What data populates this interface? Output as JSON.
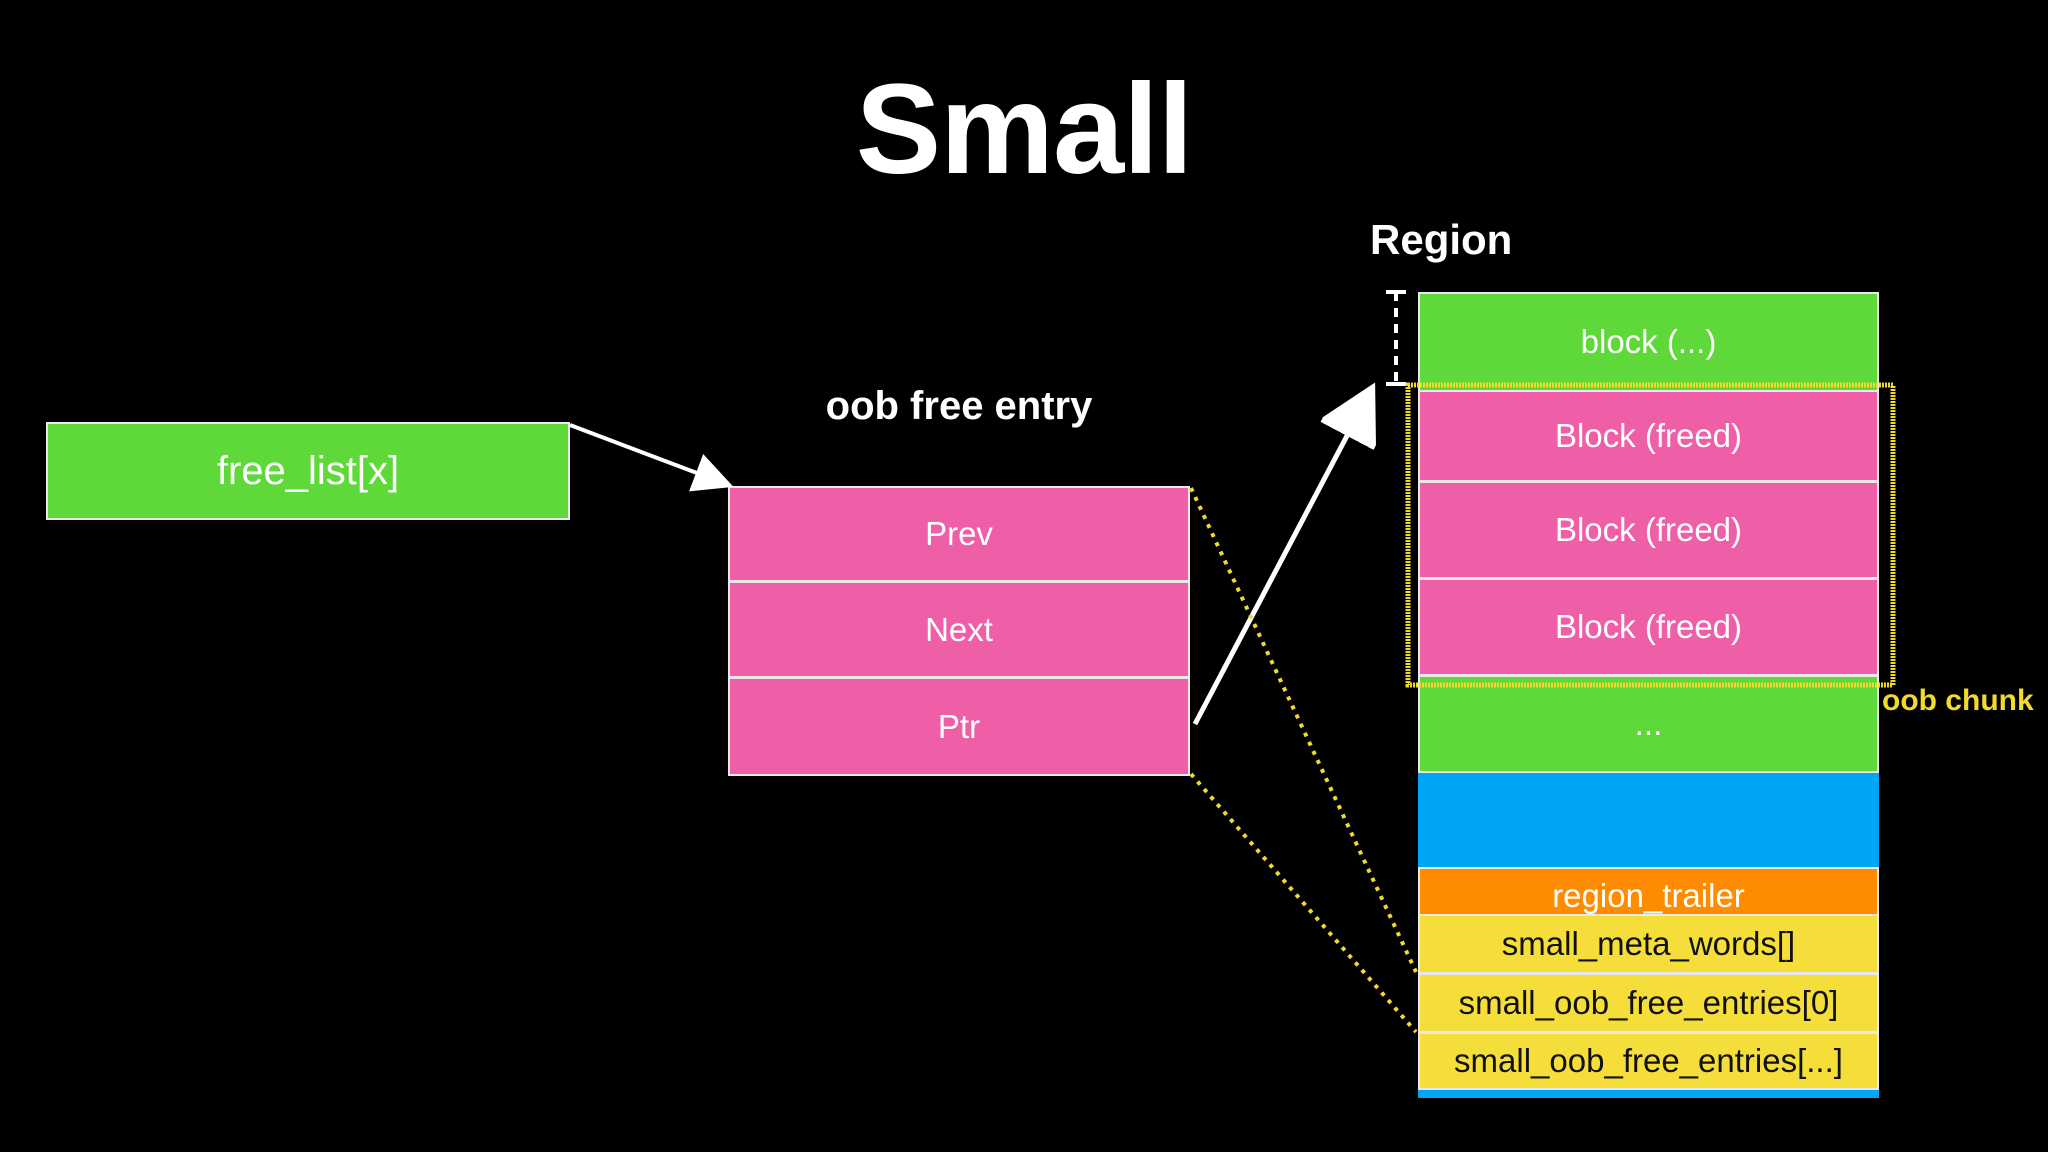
{
  "title": "Small",
  "free_list": {
    "label": "free_list[x]"
  },
  "oob_entry": {
    "heading": "oob free entry",
    "fields": [
      "Prev",
      "Next",
      "Ptr"
    ]
  },
  "region": {
    "heading": "Region",
    "blocks": {
      "first": "block (...)",
      "freed": [
        "Block (freed)",
        "Block (freed)",
        "Block (freed)"
      ],
      "ellipsis": "..."
    },
    "trailer": {
      "region_trailer": "region_trailer",
      "meta_words": "small_meta_words[]",
      "oob_entries_0": "small_oob_free_entries[0]",
      "oob_entries_more": "small_oob_free_entries[...]"
    }
  },
  "oob_chunk": {
    "label": "oob chunk"
  },
  "colors": {
    "background": "#000000",
    "green": "#5fd93a",
    "pink": "#ef5fa7",
    "blue": "#00a5f6",
    "orange": "#ff8c00",
    "yellow": "#f6de3a",
    "highlight": "#f2d92e"
  }
}
